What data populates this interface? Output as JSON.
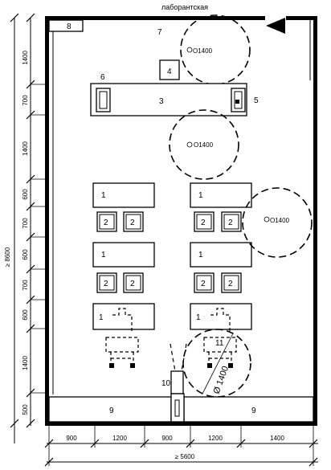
{
  "top_label": "лаборантская",
  "left_dims": [
    "1400",
    "700",
    "1400",
    "600",
    "700",
    "600",
    "700",
    "600",
    "1400",
    "500"
  ],
  "left_total": "≥ 8600",
  "bottom_dims": [
    "900",
    "1200",
    "900",
    "1200",
    "1400"
  ],
  "bottom_total": "≥ 5600",
  "circle_label": "O1400",
  "diameter_label": "Ø 1400",
  "items": {
    "n1": "1",
    "n2": "2",
    "n3": "3",
    "n4": "4",
    "n5": "5",
    "n6": "6",
    "n7": "7",
    "n8": "8",
    "n9": "9",
    "n10": "10",
    "n11": "11"
  }
}
